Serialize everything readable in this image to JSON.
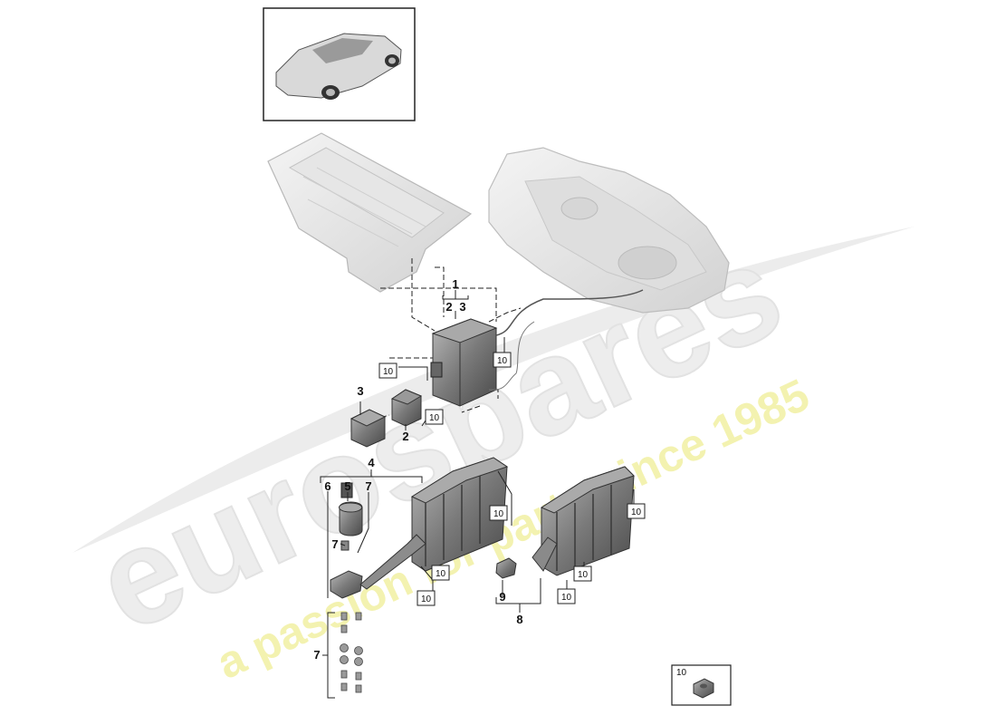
{
  "watermark": {
    "brand": "eurospares",
    "tagline": "a passion for parts since 1985"
  },
  "labels": {
    "p1": "1",
    "p2a": "2",
    "p3a": "3",
    "p3b": "3",
    "p2b": "2",
    "p4": "4",
    "p6": "6",
    "p5": "5",
    "p7a": "7",
    "p7b": "7",
    "p7c": "7",
    "p9": "9",
    "p8": "8"
  },
  "ref_boxes": {
    "b1": "10",
    "b2": "10",
    "b3": "10",
    "b4": "10",
    "b5": "10",
    "b6": "10",
    "b7": "10",
    "b8": "10",
    "b9": "10"
  },
  "legend": {
    "label": "10"
  }
}
